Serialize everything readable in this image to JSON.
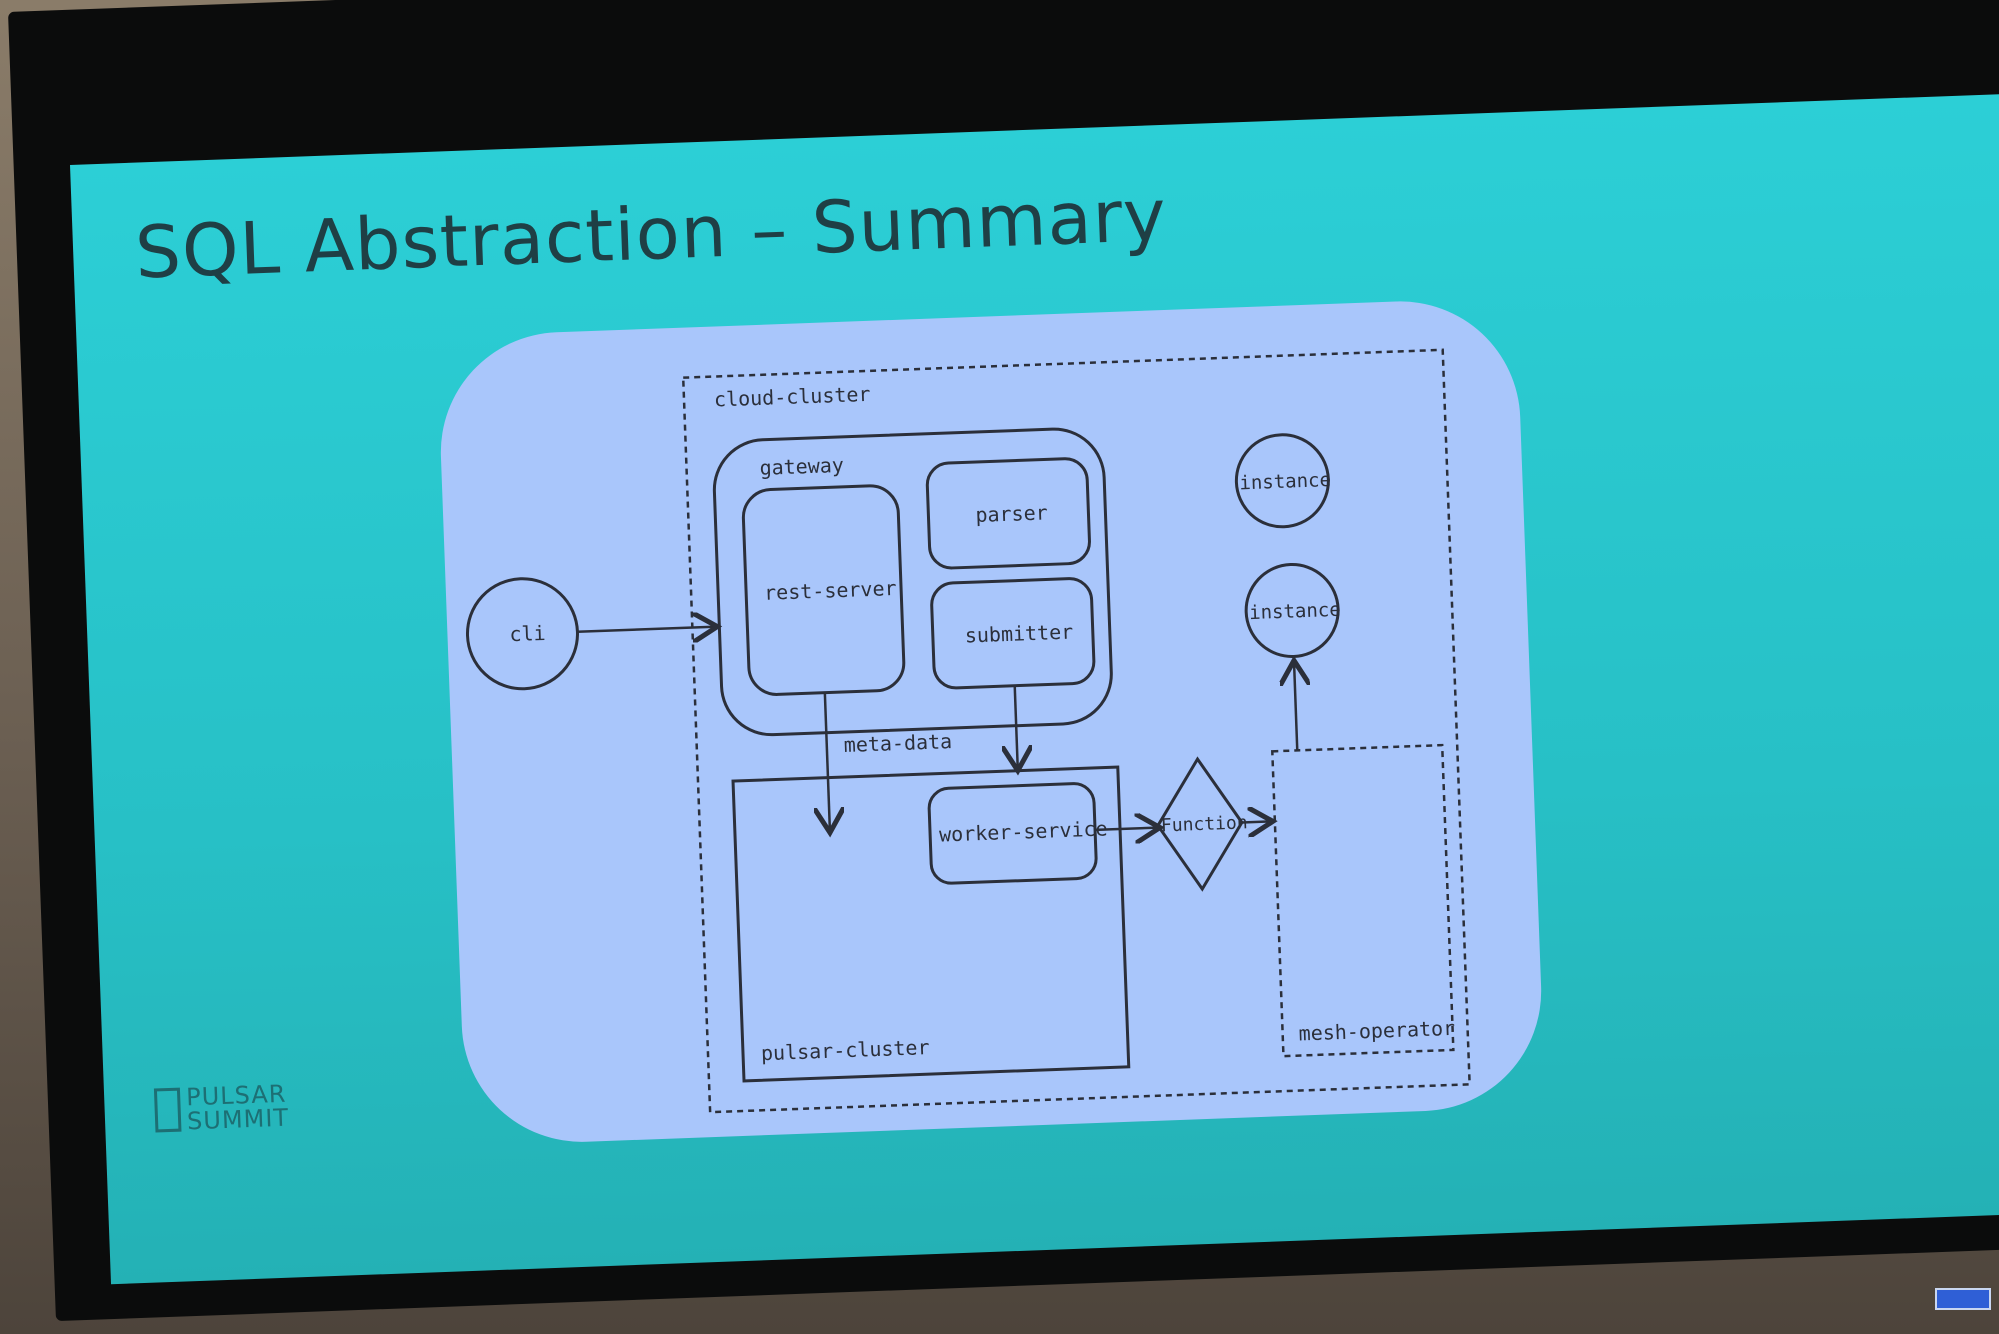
{
  "slide": {
    "title": "SQL Abstraction – Summary"
  },
  "diagram": {
    "nodes": {
      "cli": "cli",
      "cloud_cluster": "cloud-cluster",
      "gateway": "gateway",
      "rest_server": "rest-server",
      "parser": "parser",
      "submitter": "submitter",
      "meta_data": "meta-data",
      "pulsar_cluster": "pulsar-cluster",
      "worker_service": "worker-service",
      "function": "Function",
      "mesh_operator": "mesh-operator",
      "instance_1": "instance",
      "instance_2": "instance"
    }
  },
  "logo": {
    "line1": "PULSAR",
    "line2": "SUMMIT"
  },
  "colors": {
    "screen": "#2ccfd6",
    "panel": "#a9c6fb",
    "ink": "#2b2f3a",
    "bezel": "#0b0c0c"
  }
}
